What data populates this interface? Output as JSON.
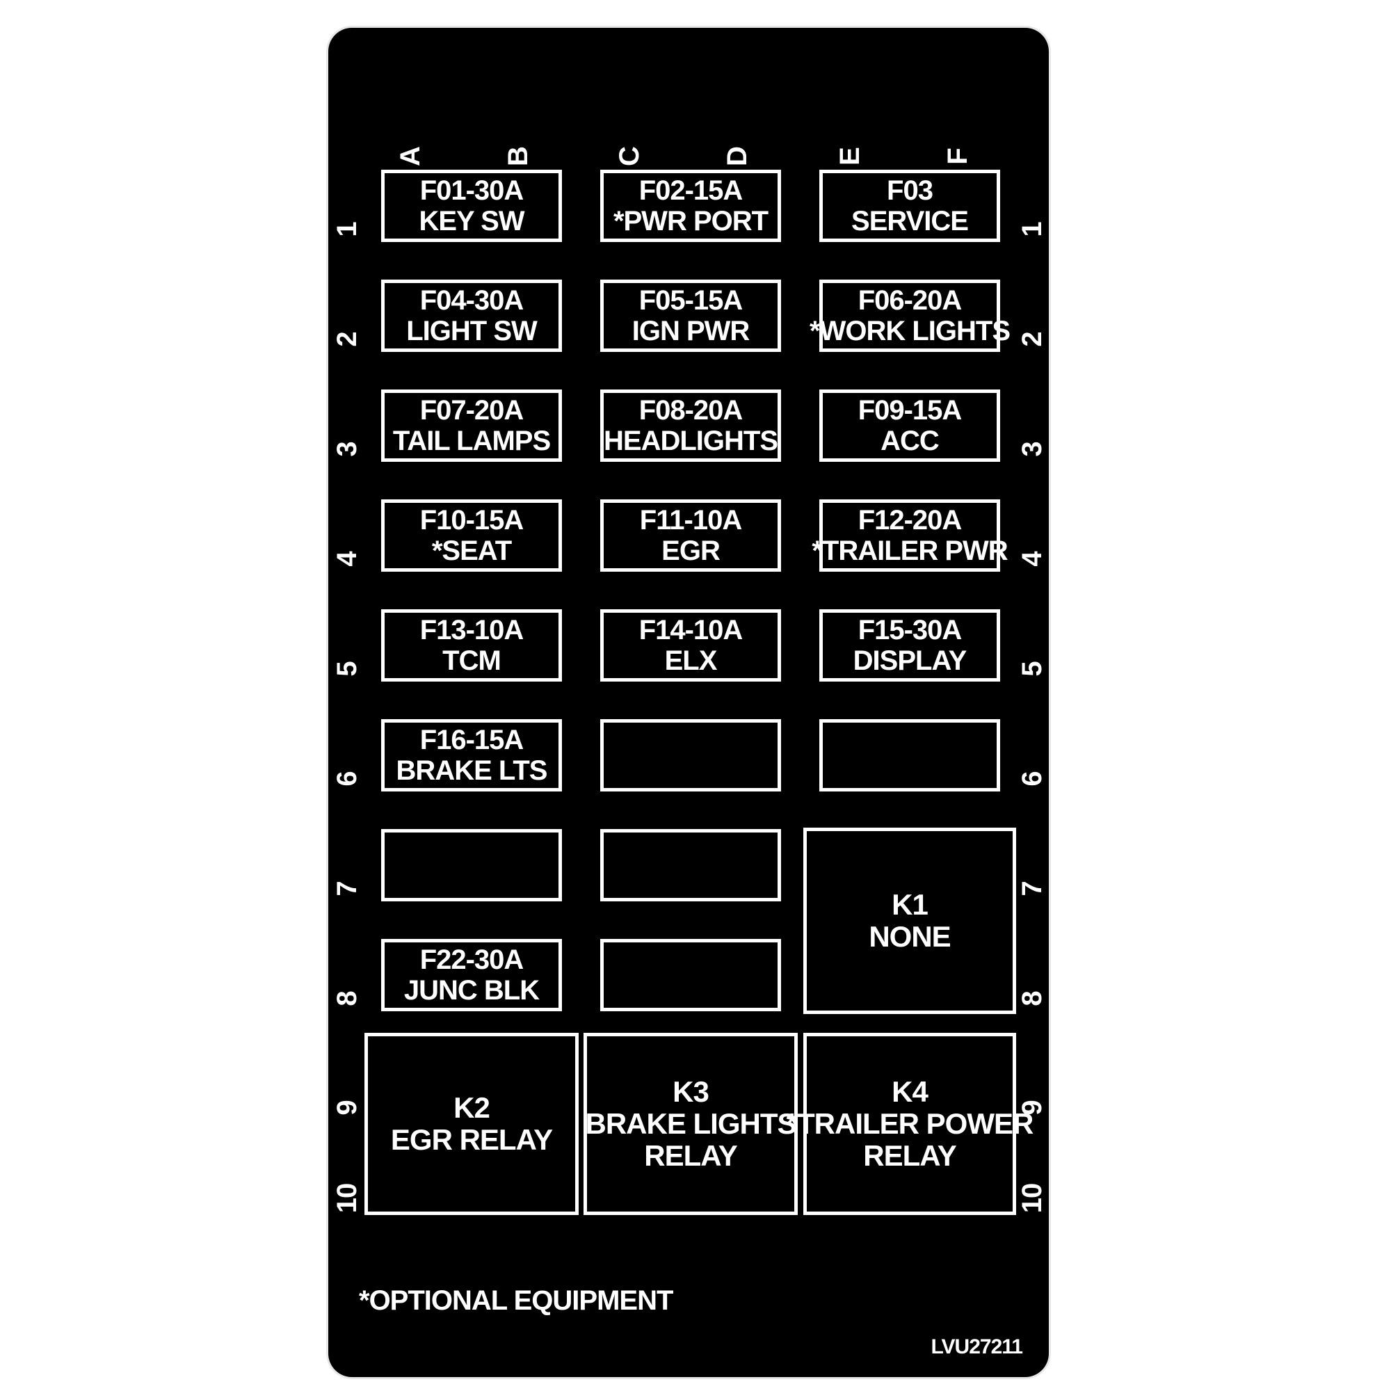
{
  "columns": [
    "A",
    "B",
    "C",
    "D",
    "E",
    "F"
  ],
  "rows": [
    "1",
    "2",
    "3",
    "4",
    "5",
    "6",
    "7",
    "8",
    "9",
    "10"
  ],
  "fuses": [
    {
      "line1": "F01-30A",
      "line2": "KEY SW"
    },
    {
      "line1": "F02-15A",
      "line2": "*PWR PORT"
    },
    {
      "line1": "F03",
      "line2": "SERVICE"
    },
    {
      "line1": "F04-30A",
      "line2": "LIGHT SW"
    },
    {
      "line1": "F05-15A",
      "line2": "IGN PWR"
    },
    {
      "line1": "F06-20A",
      "line2": "*WORK LIGHTS"
    },
    {
      "line1": "F07-20A",
      "line2": "TAIL LAMPS"
    },
    {
      "line1": "F08-20A",
      "line2": "HEADLIGHTS"
    },
    {
      "line1": "F09-15A",
      "line2": "ACC"
    },
    {
      "line1": "F10-15A",
      "line2": "*SEAT"
    },
    {
      "line1": "F11-10A",
      "line2": "EGR"
    },
    {
      "line1": "F12-20A",
      "line2": "*TRAILER PWR"
    },
    {
      "line1": "F13-10A",
      "line2": "TCM"
    },
    {
      "line1": "F14-10A",
      "line2": "ELX"
    },
    {
      "line1": "F15-30A",
      "line2": "DISPLAY"
    },
    {
      "line1": "F16-15A",
      "line2": "BRAKE LTS"
    },
    {
      "line1": "",
      "line2": ""
    },
    {
      "line1": "",
      "line2": ""
    },
    {
      "line1": "",
      "line2": ""
    },
    {
      "line1": "",
      "line2": ""
    },
    {
      "line1": "F22-30A",
      "line2": "JUNC BLK"
    },
    {
      "line1": "",
      "line2": ""
    }
  ],
  "relays": [
    {
      "lines": [
        "K1",
        "NONE"
      ]
    },
    {
      "lines": [
        "K2",
        "EGR RELAY"
      ]
    },
    {
      "lines": [
        "K3",
        "BRAKE LIGHTS",
        "RELAY"
      ]
    },
    {
      "lines": [
        "K4",
        "*TRAILER POWER",
        "RELAY"
      ]
    }
  ],
  "footnote": "*OPTIONAL EQUIPMENT",
  "part_number": "LVU27211",
  "colors": {
    "panel": "#000000",
    "ink": "#ffffff",
    "page": "#ffffff"
  }
}
